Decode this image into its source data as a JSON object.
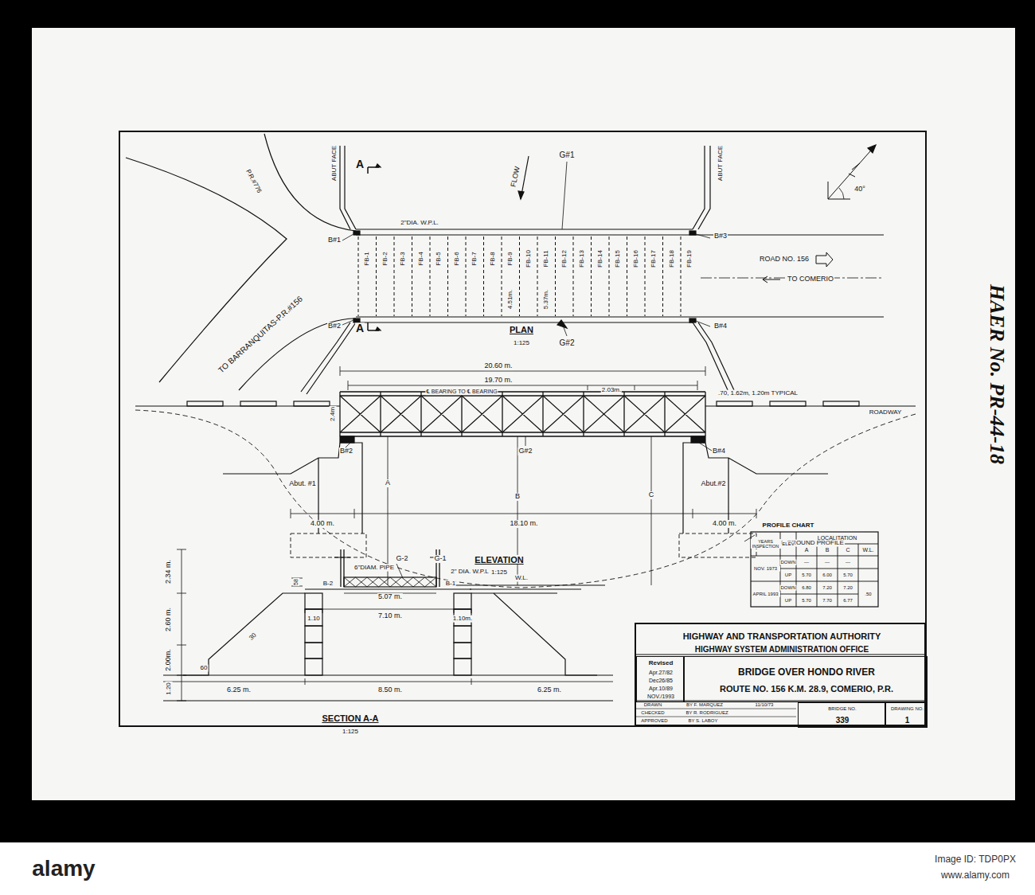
{
  "diagram": {
    "nodes": [
      {
        "text": [
          "HIGHWAY AND TRANSPORTATION AUTHORITY",
          "HIGHWAY SYSTEM ADMINISTRATION OFFICE"
        ]
      },
      {
        "text": [
          "Revised",
          "Apr.27/82",
          "Dec26/85",
          "Apr.10/89",
          "NOV./1993"
        ],
        "in": 0
      },
      {
        "text": [
          "BRIDGE OVER HONDO RIVER",
          "ROUTE NO. 156 K.M. 28.9, COMERIO, P.R."
        ],
        "in": 0
      },
      {
        "text": [
          "BRIDGE NO.",
          "339"
        ],
        "in": 0
      },
      {
        "text": [
          "DRAWING NO.",
          "1"
        ],
        "in": 0
      }
    ],
    "labels": [
      "A",
      "A",
      "FLOW",
      "G#1",
      "G#2",
      "ABUT FACE",
      "ABUT FACE",
      "2\"DIA. W.P.L.",
      "B#1",
      "B#2",
      "B#3",
      "B#4",
      "FB-1",
      "FB-2",
      "FB-3",
      "FB-4",
      "FB-5",
      "FB-6",
      "FB-7",
      "FB-8",
      "FB-9",
      "FB-10",
      "FB-11",
      "FB-12",
      "FB-13",
      "FB-14",
      "FB-15",
      "FB-16",
      "FB-17",
      "FB-18",
      "FB-19",
      "4.51m.",
      "5.37m.",
      "ROAD NO. 156",
      "TO COMERIO",
      "P.R.#776",
      "TO BARRANQUITAS-P.R.#156",
      "40°",
      "PLAN",
      "1:125",
      "20.60 m.",
      "19.70 m.",
      "℄ BEARING TO ℄ BEARING",
      "2.03m.",
      "2.4m",
      ".70, 1.62m, 1.20m TYPICAL",
      "ROADWAY",
      "B#2",
      "B#4",
      "G#2",
      "Abut. #1",
      "Abut.#2",
      "A",
      "B",
      "C",
      "4.00 m.",
      "18.10 m.",
      "4.00 m.",
      "APPROX. GROUND PROFILE",
      "W.L.",
      "ELEVATION",
      "1:125",
      "PROFILE CHART",
      "YEARS INSPECTION",
      "ELEV",
      "LOCALITATION",
      "A",
      "B",
      "C",
      "W.L.",
      "NOV. 1973",
      "DOWN",
      "—",
      "—",
      "—",
      "UP",
      "5.70",
      "6.00",
      "5.70",
      "APRIL 1993",
      "DOWN",
      "6.80",
      "7.20",
      "7.20",
      "UP",
      "5.70",
      "7.70",
      "6.77",
      ".50",
      "G-2",
      "G-1",
      "6\"DIAM. PIPE",
      "2\" DIA. W.P.L",
      "B-2",
      "B-1",
      "58",
      "5.07 m.",
      "7.10 m.",
      "1.10",
      "1.10m.",
      "2.34 m.",
      "2.60 m.",
      "2.00m.",
      "1.20",
      "30",
      "60",
      "6.25 m.",
      "8.50 m.",
      "6.25 m.",
      "SECTION A-A",
      "1:125",
      "DRAWN",
      "BY F. MARQUEZ",
      "11/10/73",
      "CHECKED",
      "BY R. RODRIGUEZ",
      "APPROVED",
      "BY S. LABOY",
      "HAER No. PR-44-18",
      "alamy",
      "Image ID: TDP0PX",
      "www.alamy.com"
    ]
  }
}
